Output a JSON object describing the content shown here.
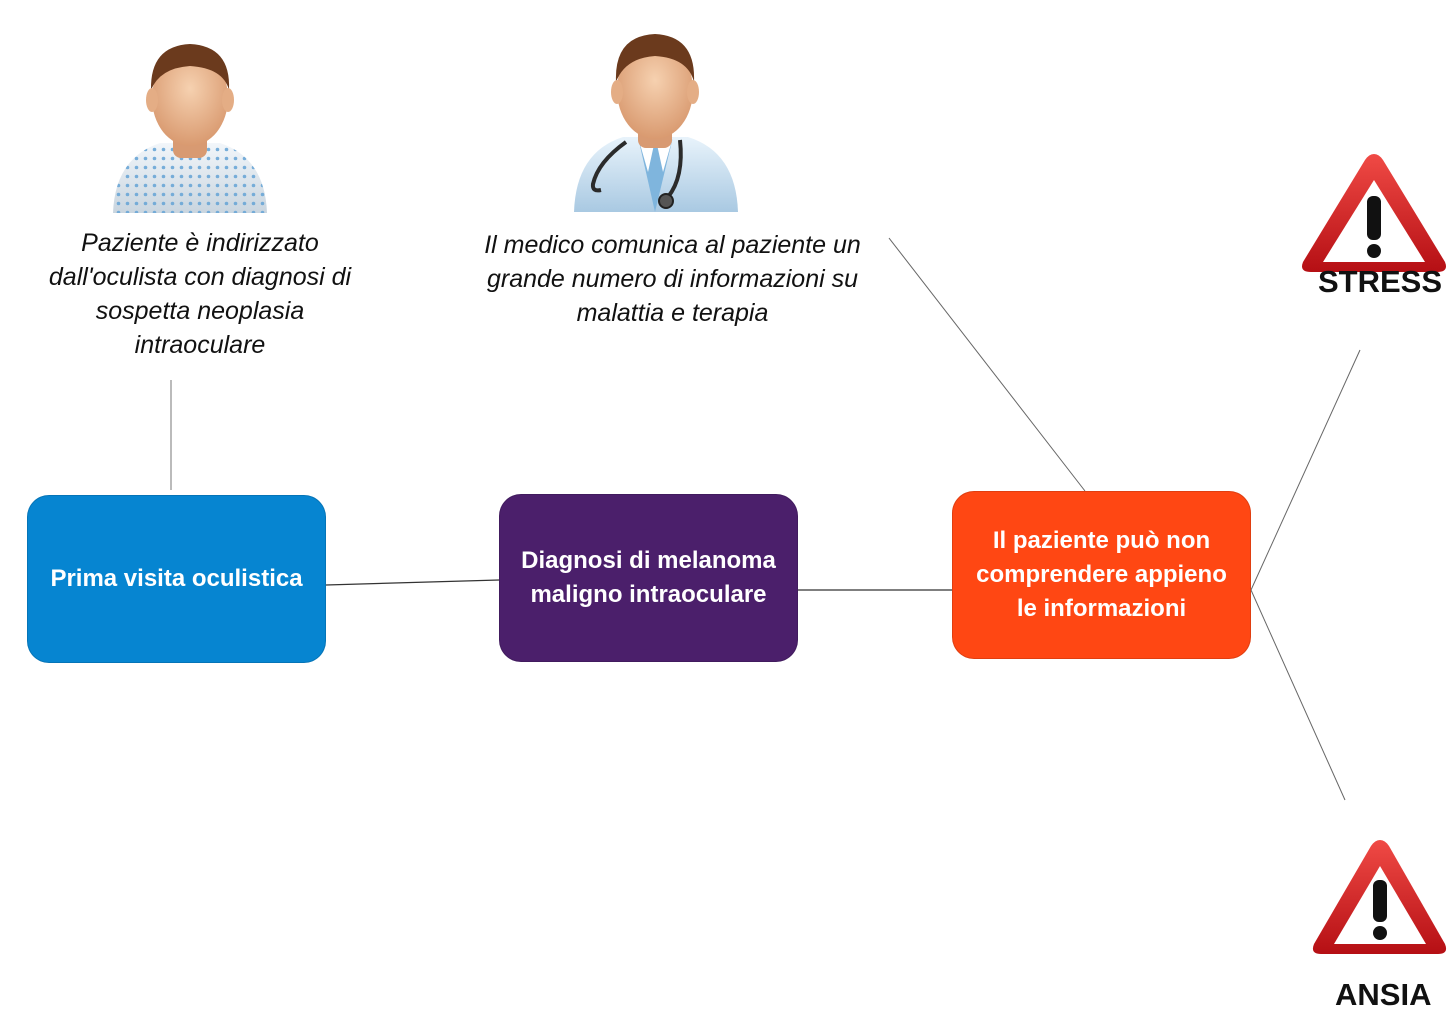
{
  "captions": {
    "patient": "Paziente è indirizzato dall'oculista con diagnosi di sospetta neoplasia intraoculare",
    "doctor": "Il medico comunica al paziente un grande numero di informazioni su malattia e terapia"
  },
  "nodes": {
    "first_visit": "Prima visita oculistica",
    "diagnosis": "Diagnosi di melanoma maligno intraoculare",
    "misunderstanding": "Il paziente può non comprendere appieno le informazioni"
  },
  "outcomes": {
    "stress": "STRESS",
    "ansia": "ANSIA"
  },
  "icons": {
    "patient": "patient-avatar-icon",
    "doctor": "doctor-avatar-icon",
    "warning": "warning-triangle-icon"
  },
  "colors": {
    "first_visit": "#0685d1",
    "diagnosis": "#4b1f6b",
    "misunderstanding": "#ff4713",
    "warning_red": "#d8141a",
    "line": "#666666"
  }
}
